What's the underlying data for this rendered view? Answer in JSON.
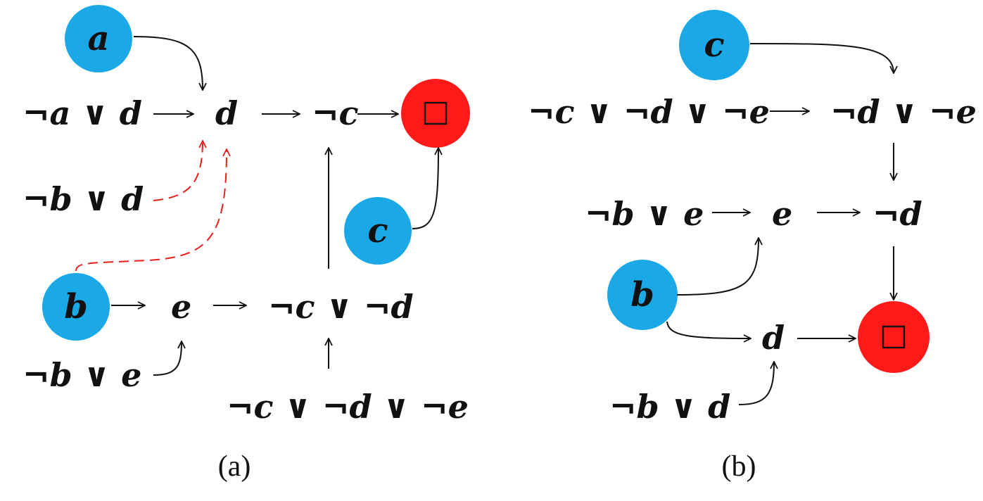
{
  "colors": {
    "decision_node": "#1aa9e6",
    "conflict_node": "#ff1a1a",
    "edge": "#111111",
    "dashed_edge": "#e8201a"
  },
  "panel_a": {
    "caption": "(a)",
    "decisions": {
      "a": "a",
      "b": "b",
      "c": "c"
    },
    "conflict_symbol": "□",
    "clauses": {
      "na_or_d": "¬a ∨ d",
      "nb_or_d": "¬b ∨ d",
      "nb_or_e": "¬b ∨ e",
      "nc_nd_ne": "¬c ∨ ¬d ∨ ¬e"
    },
    "literals": {
      "d": "d",
      "nc": "¬c",
      "e": "e",
      "nc_or_nd": "¬c ∨ ¬d"
    }
  },
  "panel_b": {
    "caption": "(b)",
    "decisions": {
      "c": "c",
      "b": "b"
    },
    "conflict_symbol": "□",
    "clauses": {
      "nc_nd_ne": "¬c ∨ ¬d ∨ ¬e",
      "nb_or_e": "¬b ∨ e",
      "nb_or_d": "¬b ∨ d"
    },
    "literals": {
      "nd_or_ne": "¬d ∨ ¬e",
      "e": "e",
      "nd": "¬d",
      "d": "d"
    }
  }
}
